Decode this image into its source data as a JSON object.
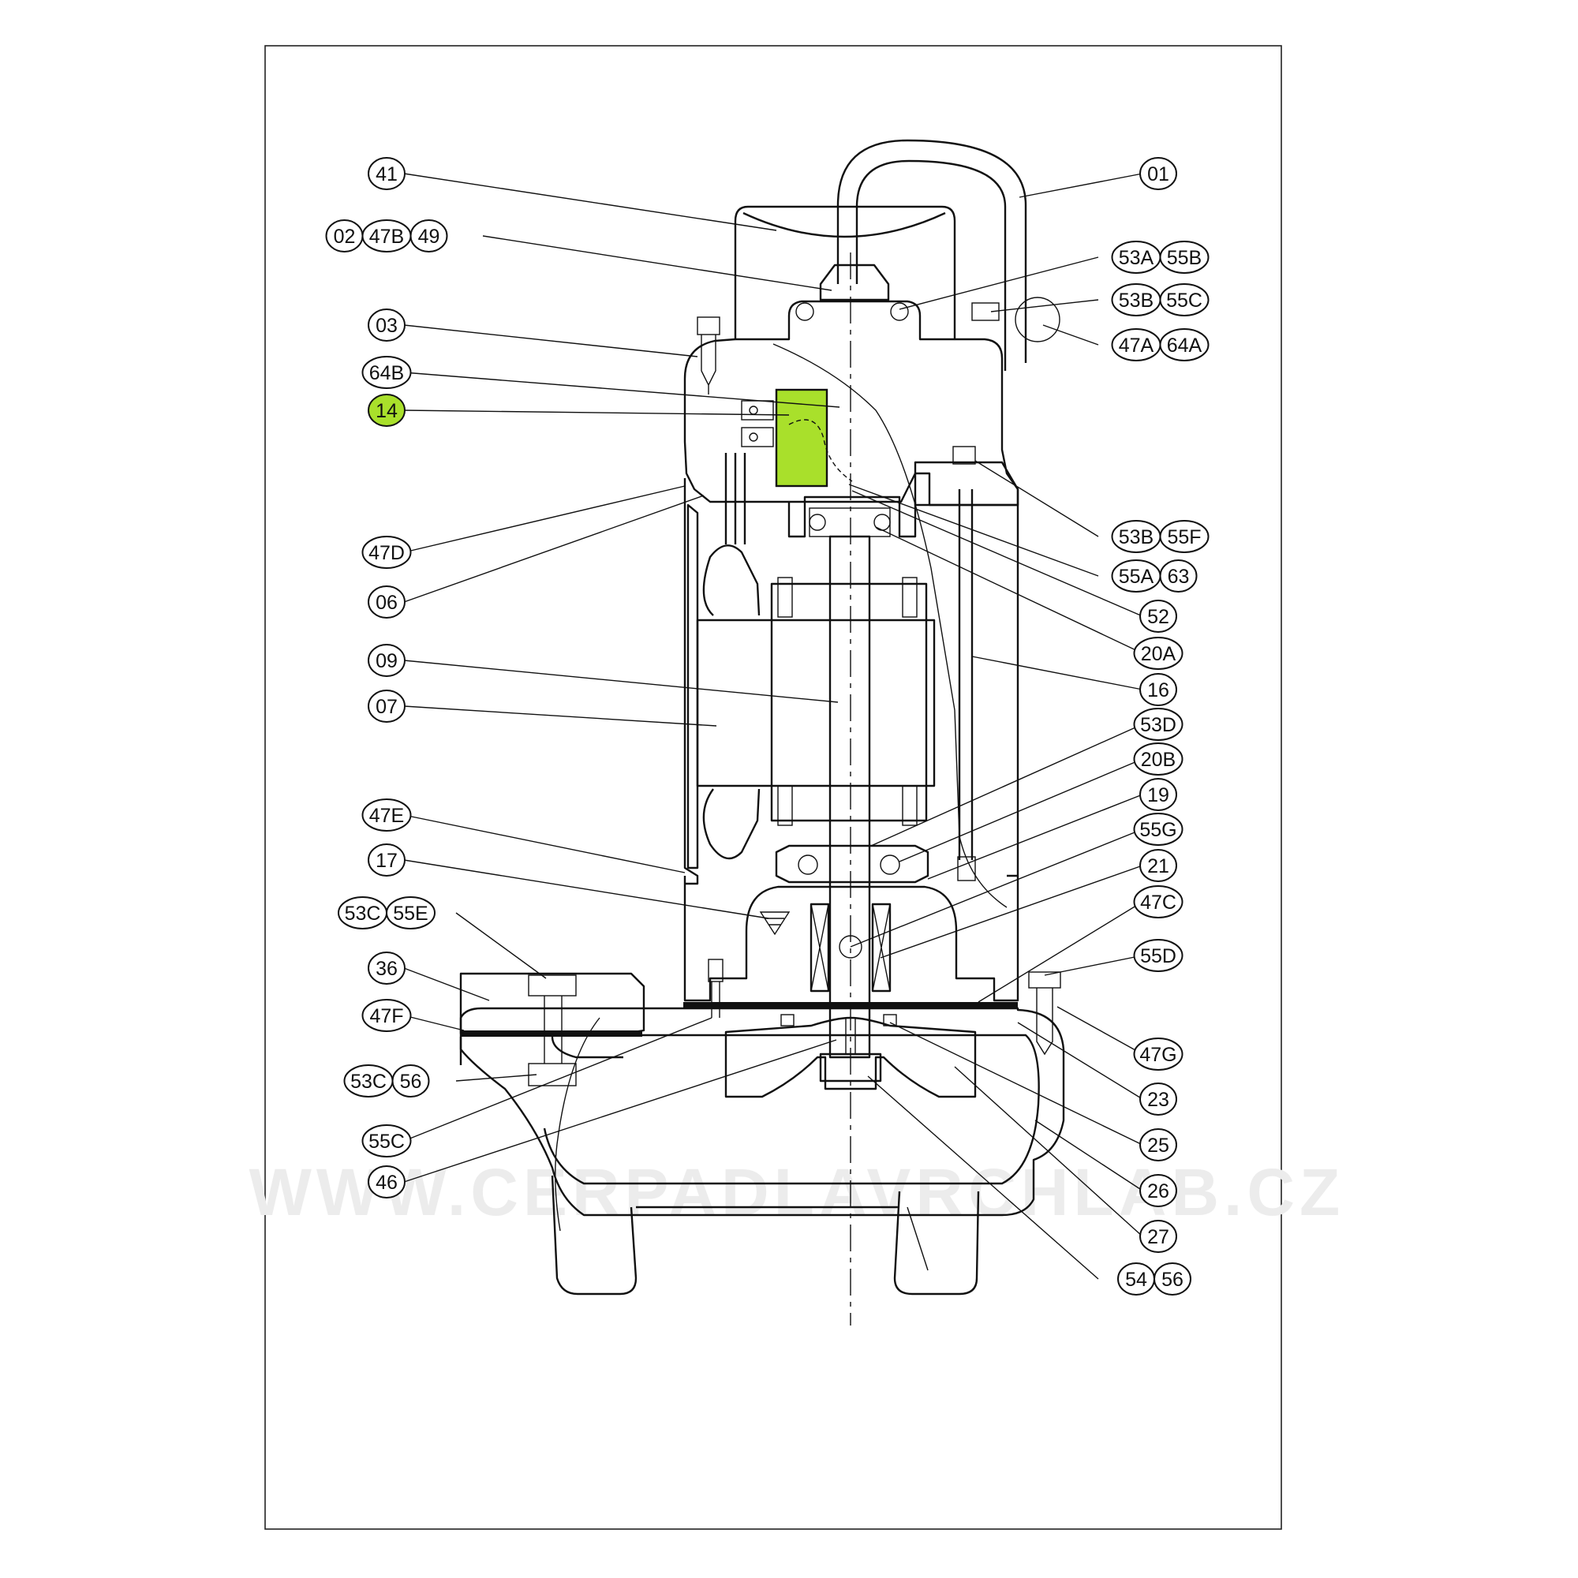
{
  "watermark": "WWW.CERPADLAVRCHLAB.CZ",
  "highlight_color": "#a9e02b",
  "highlighted_part": "14",
  "callouts_left": [
    {
      "id": "41",
      "labels": [
        "41"
      ]
    },
    {
      "id": "02-47B-49",
      "labels": [
        "02",
        "47B",
        "49"
      ]
    },
    {
      "id": "03",
      "labels": [
        "03"
      ]
    },
    {
      "id": "64B",
      "labels": [
        "64B"
      ]
    },
    {
      "id": "14",
      "labels": [
        "14"
      ],
      "highlighted": true
    },
    {
      "id": "47D",
      "labels": [
        "47D"
      ]
    },
    {
      "id": "06",
      "labels": [
        "06"
      ]
    },
    {
      "id": "09",
      "labels": [
        "09"
      ]
    },
    {
      "id": "07",
      "labels": [
        "07"
      ]
    },
    {
      "id": "47E",
      "labels": [
        "47E"
      ]
    },
    {
      "id": "17",
      "labels": [
        "17"
      ]
    },
    {
      "id": "53C-55E",
      "labels": [
        "53C",
        "55E"
      ]
    },
    {
      "id": "36",
      "labels": [
        "36"
      ]
    },
    {
      "id": "47F",
      "labels": [
        "47F"
      ]
    },
    {
      "id": "53C-56",
      "labels": [
        "53C",
        "56"
      ]
    },
    {
      "id": "55C",
      "labels": [
        "55C"
      ]
    },
    {
      "id": "46",
      "labels": [
        "46"
      ]
    }
  ],
  "callouts_right": [
    {
      "id": "01",
      "labels": [
        "01"
      ]
    },
    {
      "id": "53A-55B",
      "labels": [
        "53A",
        "55B"
      ]
    },
    {
      "id": "53B-55C",
      "labels": [
        "53B",
        "55C"
      ]
    },
    {
      "id": "47A-64A",
      "labels": [
        "47A",
        "64A"
      ]
    },
    {
      "id": "53B-55F",
      "labels": [
        "53B",
        "55F"
      ]
    },
    {
      "id": "55A-63",
      "labels": [
        "55A",
        "63"
      ]
    },
    {
      "id": "52",
      "labels": [
        "52"
      ]
    },
    {
      "id": "20A",
      "labels": [
        "20A"
      ]
    },
    {
      "id": "16",
      "labels": [
        "16"
      ]
    },
    {
      "id": "53D",
      "labels": [
        "53D"
      ]
    },
    {
      "id": "20B",
      "labels": [
        "20B"
      ]
    },
    {
      "id": "19",
      "labels": [
        "19"
      ]
    },
    {
      "id": "55G",
      "labels": [
        "55G"
      ]
    },
    {
      "id": "21",
      "labels": [
        "21"
      ]
    },
    {
      "id": "47C",
      "labels": [
        "47C"
      ]
    },
    {
      "id": "55D",
      "labels": [
        "55D"
      ]
    },
    {
      "id": "47G",
      "labels": [
        "47G"
      ]
    },
    {
      "id": "23",
      "labels": [
        "23"
      ]
    },
    {
      "id": "25",
      "labels": [
        "25"
      ]
    },
    {
      "id": "26",
      "labels": [
        "26"
      ]
    },
    {
      "id": "27",
      "labels": [
        "27"
      ]
    },
    {
      "id": "54-56",
      "labels": [
        "54",
        "56"
      ]
    }
  ]
}
